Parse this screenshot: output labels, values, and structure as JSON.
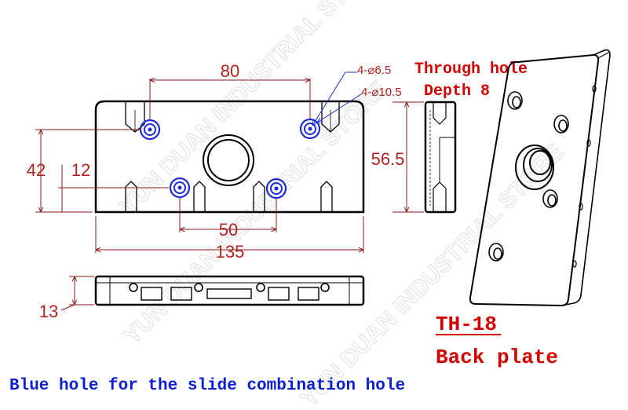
{
  "dimensions": {
    "top_spacing": "80",
    "bottom_spacing": "50",
    "overall_width": "135",
    "overall_height": "42",
    "lower_offset": "12",
    "side_height": "56.5",
    "thickness": "13"
  },
  "callouts": {
    "through_hole_spec": "4-⌀6.5",
    "through_hole_label": "Through hole",
    "counterbore_spec": "4-⌀10.5",
    "counterbore_label": "Depth 8"
  },
  "part": {
    "model": "TH-18",
    "name": "Back plate"
  },
  "note": "Blue hole for the slide combination hole",
  "watermarks": [
    "YUN DUAN INDUSTRIAL STORE",
    "YUN DUAN INDUSTRIAL STORE",
    "YUN DUAN INDUSTRIAL STORE"
  ],
  "colors": {
    "outline": "#000000",
    "dimension": "#b22222",
    "callout_leader": "#1a2fd6",
    "note_red": "#d40000",
    "note_blue": "#0b1fd0"
  }
}
